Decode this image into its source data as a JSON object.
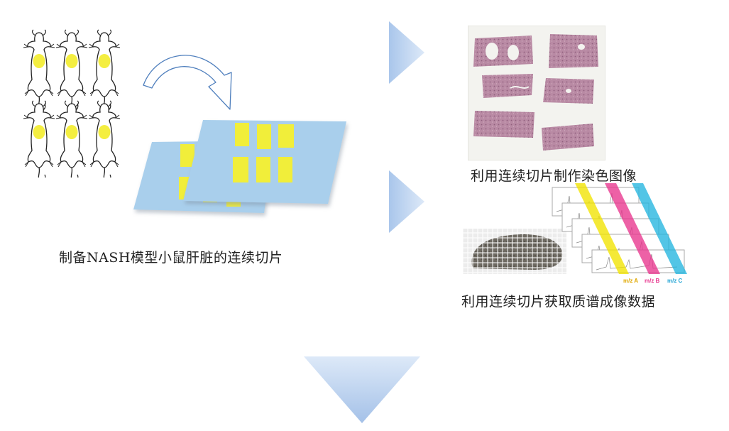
{
  "captions": {
    "prep": "制备NASH模型小鼠肝脏的连续切片",
    "stain": "利用连续切片制作染色图像",
    "ms": "利用连续切片获取质谱成像数据"
  },
  "ms_labels": [
    "m/z A",
    "m/z B",
    "m/z C"
  ],
  "colors": {
    "slide_blue": "#a9cfec",
    "section_yellow": "#f1ee3a",
    "liver_yellow": "#f4ee40",
    "arrow_blue": "#c6dbf3",
    "tissue_pink": "#b98aa4",
    "stripe_yellow": "#f2e400",
    "stripe_magenta": "#e8358e",
    "stripe_cyan": "#23b5df"
  }
}
